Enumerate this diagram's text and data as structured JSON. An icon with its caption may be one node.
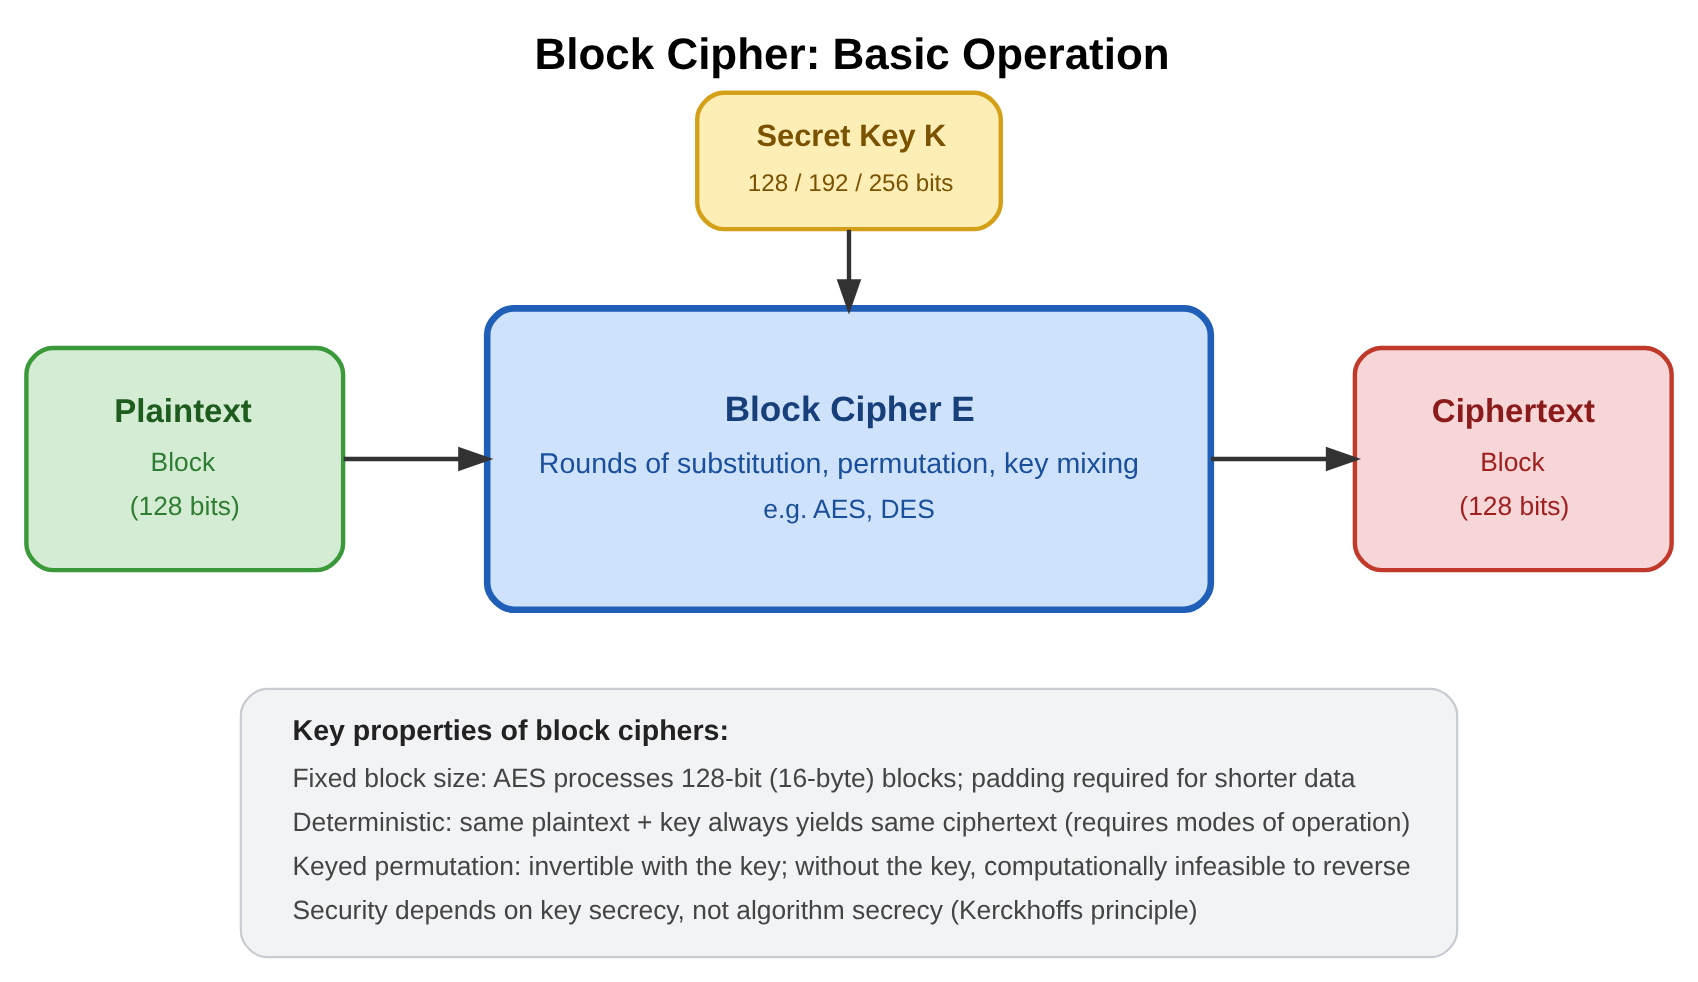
{
  "diagram": {
    "title": "Block Cipher: Basic Operation",
    "nodes": [
      {
        "text": [
          "Secret Key K",
          "128 / 192 / 256 bits"
        ]
      },
      {
        "text": [
          "Plaintext",
          "Block",
          "(128 bits)"
        ]
      },
      {
        "text": [
          "Block Cipher E",
          "Rounds of substitution, permutation, key mixing",
          "e.g. AES, DES"
        ]
      },
      {
        "text": [
          "Ciphertext",
          "Block",
          "(128 bits)"
        ]
      },
      {
        "text": [
          "Key properties of block ciphers:",
          "Fixed block size: AES processes 128-bit (16-byte) blocks; padding required for shorter data",
          "Deterministic: same plaintext + key always yields same ciphertext (requires modes of operation)",
          "Keyed permutation: invertible with the key; without the key, computationally infeasible to reverse",
          "Security depends on key secrecy, not algorithm secrecy (Kerckhoffs principle)"
        ]
      }
    ],
    "edges": [
      {
        "from": 0,
        "to": 2,
        "arrow": "to"
      },
      {
        "from": 1,
        "to": 2,
        "arrow": "to"
      },
      {
        "from": 2,
        "to": 3,
        "arrow": "to"
      }
    ]
  }
}
